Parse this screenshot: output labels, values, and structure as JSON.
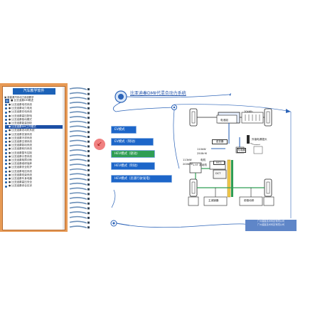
{
  "sidebar": {
    "title": "汽车教学软件",
    "header": "▣ 新能源汽车动力系统教学",
    "items": [
      "■ 比亚迪秦DM概述",
      "● 比亚迪秦电机系统",
      "● 比亚迪秦动力电池",
      "● 比亚迪秦充电系统",
      "● 比亚迪秦高压配电",
      "● 比亚迪秦驱动模式",
      "● 比亚迪秦能量回收",
      "● 比亚迪秦DM工作模式",
      "● 比亚迪秦发动机系统",
      "● 比亚迪秦变速系统",
      "● 比亚迪秦冷却系统",
      "● 比亚迪秦空调系统",
      "● 比亚迪秦制动系统",
      "● 比亚迪秦转向系统",
      "● 比亚迪秦整车控制",
      "● 比亚迪秦仪表系统",
      "● 比亚迪秦故障诊断",
      "● 比亚迪秦维修保养",
      "● 比亚迪秦安全防护",
      "● 比亚迪秦电控系统",
      "● 比亚迪秦线束系统",
      "● 比亚迪秦车身电器",
      "● 比亚迪秦高压安全",
      "● 比亚迪秦综合实训"
    ],
    "selected_index": 7
  },
  "slide": {
    "title": "比亚迪秦DMⅡ代混合动力系统",
    "modes": [
      {
        "label": "EV模式",
        "color": "#1d66c9"
      },
      {
        "label": "EV模式（制动）",
        "color": "#1d66c9"
      },
      {
        "label": "HEV模式（驱动）",
        "color": "#2f9e54"
      },
      {
        "label": "HEV模式（制动）",
        "color": "#1d66c9"
      },
      {
        "label": "HEV模式（怠速行驶发电）",
        "color": "#1d66c9"
      }
    ],
    "diagram": {
      "battery": "电池组",
      "capacity": "10kWh",
      "dcdc": "逆变器",
      "charge_port": "外接电源插头",
      "charger": "充电器",
      "engine_power": "110kW",
      "engine_torque": "250N·M",
      "motor_power": "113kW",
      "motor_torque": "200N·M",
      "motor": "电机",
      "mg1": "MG1",
      "engine": "1.5T\n发动机",
      "dct": "DCT",
      "front_diff": "主减速器",
      "rear_diff": "前驱动桥"
    },
    "watermark_line1": "广州越鑫技术科技有限公司",
    "watermark_line2": "广州越鑫技术科技有限公司",
    "back_arrow": "↙"
  }
}
